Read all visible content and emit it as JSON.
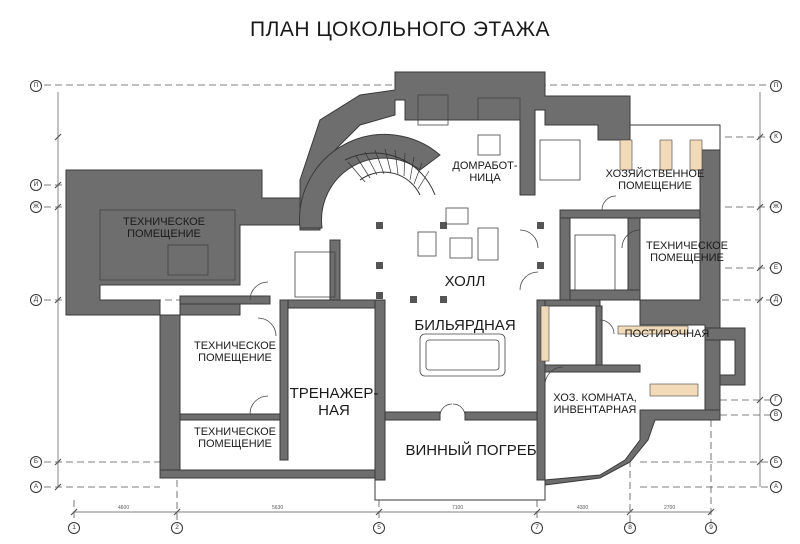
{
  "title": "ПЛАН ЦОКОЛЬНОГО ЭТАЖА",
  "rooms": {
    "tech1": [
      "ТЕХНИЧЕСКОЕ",
      "ПОМЕЩЕНИЕ"
    ],
    "domrab": [
      "ДОМРАБОТ-",
      "НИЦА"
    ],
    "hoz": [
      "ХОЗЯЙСТВЕННОЕ",
      "ПОМЕЩЕНИЕ"
    ],
    "tech2": [
      "ТЕХНИЧЕСКОЕ",
      "ПОМЕЩЕНИЕ"
    ],
    "holl": "ХОЛЛ",
    "billiard": "БИЛЬЯРДНАЯ",
    "tech3": [
      "ТЕХНИЧЕСКОЕ",
      "ПОМЕЩЕНИЕ"
    ],
    "postir": "ПОСТИРОЧНАЯ",
    "gym": [
      "ТРЕНАЖЕР-",
      "НАЯ"
    ],
    "hozkomn": [
      "ХОЗ. КОМНАТА,",
      "ИНВЕНТАРНАЯ"
    ],
    "tech4": [
      "ТЕХНИЧЕСКОЕ",
      "ПОМЕЩЕНИЕ"
    ],
    "wine": "ВИННЫЙ ПОГРЕБ"
  },
  "axes_letters": [
    "П",
    "К",
    "И",
    "Ж",
    "Е",
    "Д",
    "Г",
    "В",
    "Б",
    "А"
  ],
  "axes_numbers": [
    "1",
    "2",
    "5",
    "7",
    "8",
    "9"
  ],
  "dimensions": [
    "4600",
    "5630",
    "7100",
    "4300",
    "2700"
  ]
}
